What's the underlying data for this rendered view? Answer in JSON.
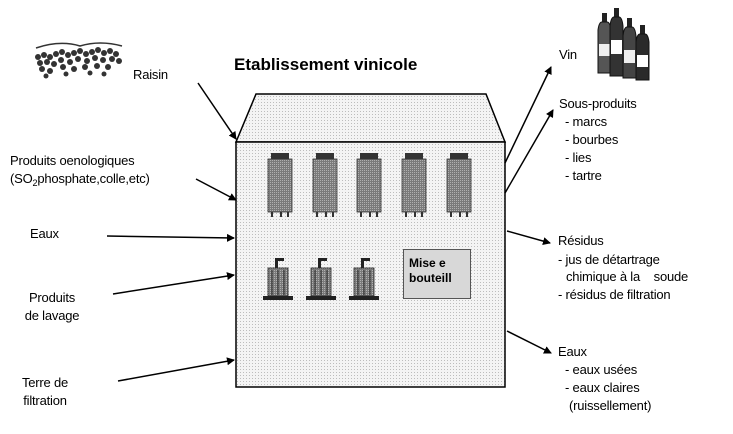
{
  "title": "Etablissement vinicole",
  "inputs": {
    "raisin": "Raisin",
    "produits_oeno_line1": "Produits oenologiques",
    "produits_oeno_line2_pre": "(SO",
    "produits_oeno_line2_sub": "2",
    "produits_oeno_line2_post": "phosphate,colle,etc)",
    "eaux": "Eaux",
    "lavage_line1": "Produits",
    "lavage_line2": "de lavage",
    "terre_line1": "Terre de",
    "terre_line2": "filtration"
  },
  "outputs": {
    "vin": "Vin",
    "sous_produits": {
      "title": "Sous-produits",
      "items": [
        "- marcs",
        "- bourbes",
        "- lies",
        "- tartre"
      ]
    },
    "residus": {
      "title": "Résidus",
      "items": [
        "- jus de détartrage",
        "chimique à la    soude",
        "- résidus de filtration"
      ]
    },
    "eaux": {
      "title": "Eaux",
      "items": [
        "- eaux usées",
        "- eaux claires",
        "(ruissellement)"
      ]
    }
  },
  "building": {
    "mise_line1": "Mise e",
    "mise_line2": "bouteill"
  },
  "icons": [
    "grapes-icon",
    "wine-bottles-icon",
    "tank-icon",
    "press-icon"
  ]
}
